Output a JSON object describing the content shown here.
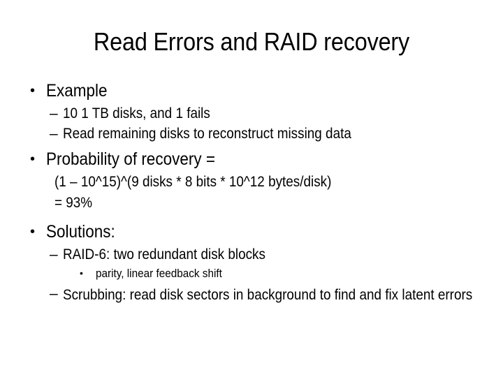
{
  "slide": {
    "title": "Read Errors and RAID recovery",
    "background_color": "#ffffff",
    "text_color": "#000000",
    "bullet_glyph": "•",
    "dash_glyph": "–",
    "content": [
      {
        "level": 1,
        "marker": "•",
        "text": "Example"
      },
      {
        "level": 2,
        "marker": "–",
        "text": "10 1 TB disks, and 1 fails"
      },
      {
        "level": 2,
        "marker": "–",
        "text": "Read remaining disks to reconstruct missing data"
      },
      {
        "level": 1,
        "marker": "•",
        "text": "Probability of recovery ="
      },
      {
        "level": 2,
        "marker": "",
        "text": "(1 – 10^15)^(9 disks * 8 bits * 10^12 bytes/disk)"
      },
      {
        "level": 2,
        "marker": "",
        "text": "= 93%"
      },
      {
        "level": 1,
        "marker": "•",
        "text": "Solutions:"
      },
      {
        "level": 2,
        "marker": "–",
        "text": "RAID-6: two redundant disk blocks"
      },
      {
        "level": 3,
        "marker": "•",
        "text": "parity, linear feedback shift"
      },
      {
        "level": 2,
        "marker": "–",
        "text": "Scrubbing: read disk sectors in background to find and fix latent errors"
      }
    ]
  }
}
